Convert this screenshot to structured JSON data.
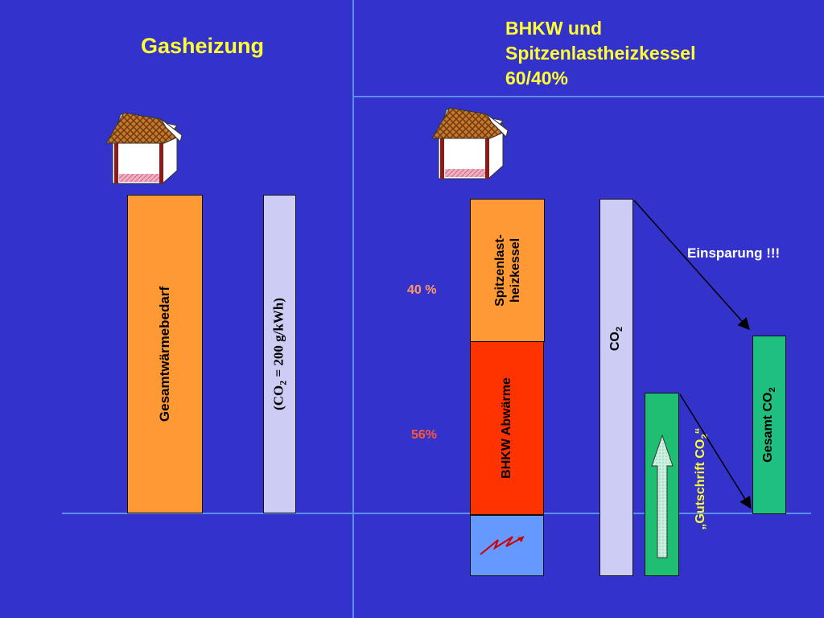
{
  "left": {
    "title": "Gasheizung",
    "demand_label": "Gesamtwärmebedarf",
    "co2_label_main": "(CO",
    "co2_label_sub": "2",
    "co2_label_rest": " = 200 g/kWh)"
  },
  "right": {
    "title_line1": "BHKW und",
    "title_line2": "Spitzenlastheizkessel",
    "title_line3": "60/40%",
    "peak_label_line1": "Spitzenlast-",
    "peak_label_line2": "heizkessel",
    "waste_heat_label": "BHKW Abwärme",
    "pct_peak": "40 %",
    "pct_waste": "56%",
    "co2_label": "CO",
    "co2_sub": "2",
    "credit_label": "„Gutschrift CO",
    "credit_sub": "2",
    "credit_close": "“",
    "total_label": "Gesamt CO",
    "total_sub": "2",
    "savings_label": "Einsparung !!!"
  },
  "colors": {
    "background": "#3333cc",
    "title": "#ffff33",
    "demand_bar": "#ff9933",
    "co2_bar": "#ccccf5",
    "waste_heat_bar": "#ff3300",
    "electricity_bar": "#6699ff",
    "credit_bar": "#1fbf73",
    "total_bar": "#1fbf80",
    "pct_peak": "#ff9966",
    "pct_waste": "#ff5533"
  }
}
